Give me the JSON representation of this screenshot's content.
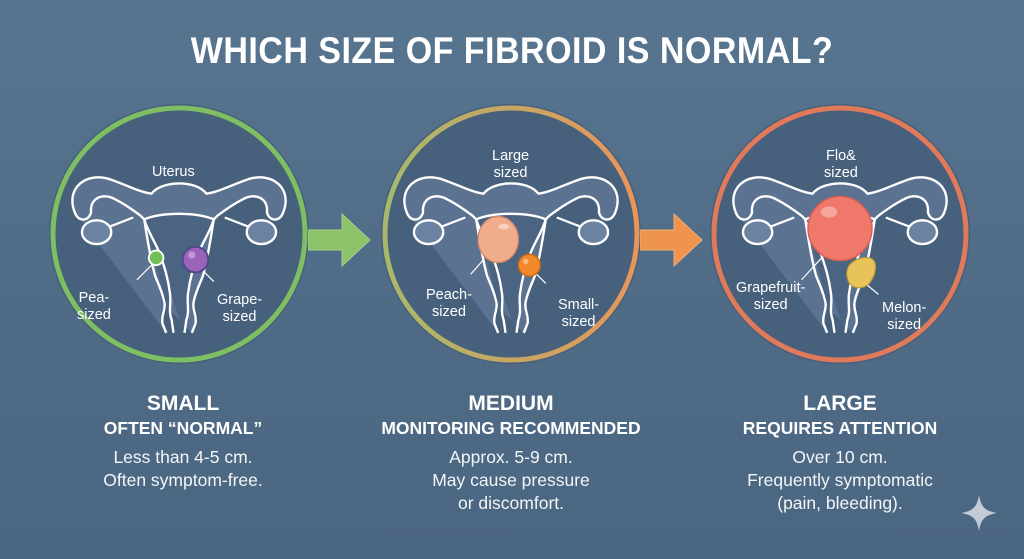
{
  "title": "WHICH SIZE OF FIBROID IS NORMAL?",
  "colors": {
    "background": "#506c87",
    "small_ring": "#7fbf63",
    "medium_ring_start": "#a7b86c",
    "medium_ring_end": "#e8955a",
    "large_ring": "#e07a5a",
    "green_arrow": "#8cc26a",
    "orange_arrow": "#ee944f",
    "pea_fibroid": "#6ebf58",
    "grape_fibroid": "#9a62b8",
    "peach_fibroid": "#f0ad8c",
    "small_orange_fibroid": "#f38a2a",
    "grapefruit_fibroid": "#f0786a",
    "melon_fibroid": "#e8c35a"
  },
  "panels": [
    {
      "id": "small",
      "diagram": {
        "top_label": "Uterus",
        "left_label": [
          "Pea-",
          "sized"
        ],
        "right_label": [
          "Grape-",
          "sized"
        ]
      },
      "heading": "SMALL",
      "subheading": "OFTEN “NORMAL”",
      "description": [
        "Less than 4-5 cm.",
        "Often symptom-free."
      ]
    },
    {
      "id": "medium",
      "diagram": {
        "top_label": [
          "Large",
          "sized"
        ],
        "left_label": [
          "Peach-",
          "sized"
        ],
        "right_label": [
          "Small-",
          "sized"
        ]
      },
      "heading": "MEDIUM",
      "subheading": "MONITORING RECOMMENDED",
      "description": [
        "Approx. 5-9 cm.",
        "May cause pressure",
        "or discomfort."
      ]
    },
    {
      "id": "large",
      "diagram": {
        "top_label": [
          "Flo&",
          "sized"
        ],
        "left_label": [
          "Grapefruit-",
          "sized"
        ],
        "right_label": [
          "Melon-",
          "sized"
        ]
      },
      "heading": "LARGE",
      "subheading": "REQUIRES ATTENTION",
      "description": [
        "Over 10 cm.",
        "Frequently symptomatic",
        "(pain, bleeding)."
      ]
    }
  ],
  "icons": {
    "arrow_1": "arrow-right",
    "arrow_2": "arrow-right",
    "corner": "sparkle"
  }
}
